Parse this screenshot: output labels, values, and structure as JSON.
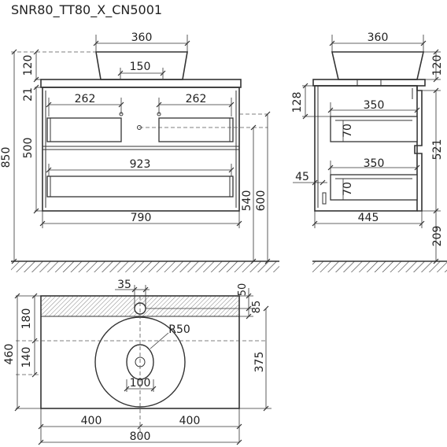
{
  "title": "SNR80_TT80_X_CN5001",
  "front_view": {
    "basin_top": "360",
    "basin_bottom": "150",
    "basin_height": "120",
    "top_thickness": "21",
    "drawer_left": "262",
    "drawer_right": "262",
    "cabinet_height": "500",
    "overall_height": "850",
    "lower_drawer": "923",
    "cabinet_width": "790",
    "height_540": "540",
    "height_600": "600"
  },
  "side_view": {
    "basin_top": "360",
    "basin_height": "120",
    "top_128": "128",
    "drawer_upper": "350",
    "drawer_lower": "350",
    "inner_upper": "70",
    "inner_lower": "70",
    "offset_45": "45",
    "height_521": "521",
    "depth": "445",
    "leg_209": "209"
  },
  "plan_view": {
    "hole_dia": "35",
    "edge_50": "50",
    "edge_85": "85",
    "depth_180": "180",
    "overall_depth": "460",
    "offset_140": "140",
    "depth_375": "375",
    "radius": "R50",
    "drain_100": "100",
    "half_left": "400",
    "half_right": "400",
    "overall_width": "800"
  }
}
